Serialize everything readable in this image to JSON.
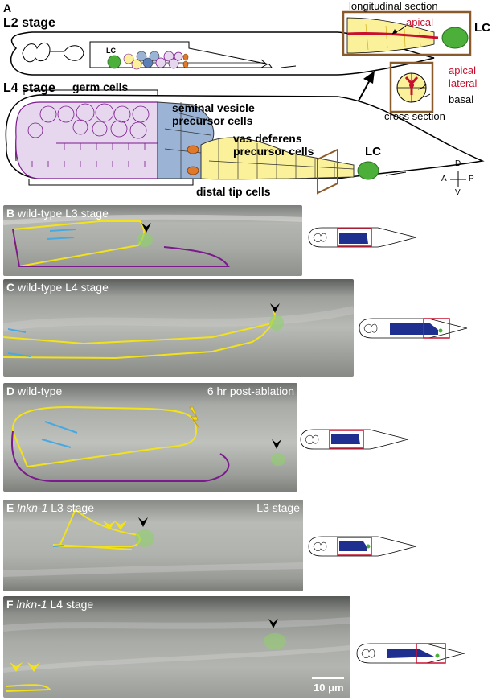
{
  "panel_letters": [
    "A",
    "B",
    "C",
    "D",
    "E",
    "F"
  ],
  "panelA": {
    "l2_stage": "L2 stage",
    "l4_stage": "L4 stage",
    "lc_small": "LC",
    "lc": "LC",
    "lc_l4": "LC",
    "germ_cells": "germ cells",
    "seminal_vesicle": "seminal vesicle",
    "precursor_cells": "precursor cells",
    "vas_deferens": "vas deferens",
    "vas_precursor": "precursor cells",
    "distal_tip_cells": "distal tip cells",
    "longitudinal_section": "longitudinal section",
    "apical_long": "apical",
    "apical_cross": "apical",
    "lateral": "lateral",
    "basal": "basal",
    "cross_section": "cross section",
    "axis_d": "D",
    "axis_a": "A",
    "axis_p": "P",
    "axis_v": "V"
  },
  "panelB": {
    "caption": "wild-type L3 stage"
  },
  "panelC": {
    "caption": "wild-type L4 stage"
  },
  "panelD": {
    "caption": "wild-type",
    "caption_right": "6 hr post-ablation"
  },
  "panelE": {
    "gene": "lnkn-1",
    "caption": "L3 stage",
    "caption_right": "L3 stage"
  },
  "panelF": {
    "gene": "lnkn-1",
    "caption": "L4 stage",
    "scale_bar": "10 μm"
  },
  "colors": {
    "yellow_outline": "#f2e21c",
    "purple_outline": "#7a1a8c",
    "blue_marker": "#4aa8e0",
    "green_lc": "#4caf3a",
    "red_accent": "#c8102e",
    "brown_box": "#8b5a2b",
    "germ_fill": "#e6d6ee",
    "sv_fill": "#9bb4d6",
    "vd_fill": "#fbf19a",
    "gonad_icon_blue": "#1f2f8f"
  }
}
